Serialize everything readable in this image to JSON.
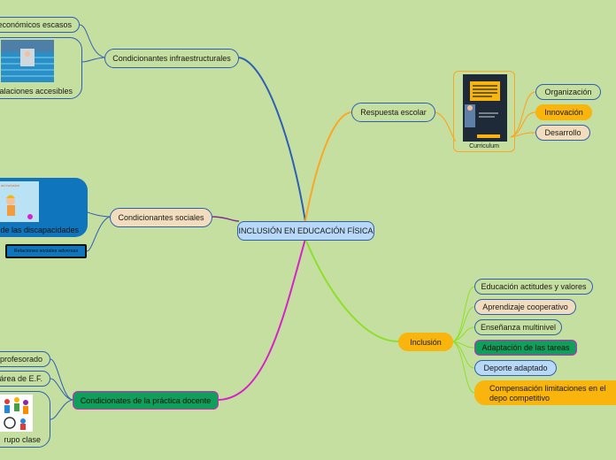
{
  "map": {
    "center": "INCLUSIÓN EN EDUCACIÓN FÍSICA",
    "branches": {
      "infraestructurales": {
        "label": "Condicionantes infraestructurales",
        "children": [
          "económicos escasos",
          "alaciones accesibles"
        ]
      },
      "sociales": {
        "label": "Condicionantes sociales",
        "children": [
          "de las discapacidades",
          "Relaciones sociales adversas"
        ],
        "image_caption": "ad inclusión"
      },
      "docente": {
        "label": "Condicionates de la práctica docente",
        "children": [
          "profesorado",
          "área de E.F.",
          "rupo clase"
        ]
      },
      "respuesta": {
        "label": "Respuesta escolar",
        "image_label": "Curriculum",
        "children": [
          "Organización",
          "Innovación",
          "Desarrollo"
        ]
      },
      "inclusion": {
        "label": "Inclusión",
        "children": [
          "Educación actitudes y valores",
          "Aprendizaje cooperativo",
          "Enseñanza multinivel",
          "Adaptación de las tareas",
          "Deporte adaptado",
          "Compensación limitaciones en el depo competitivo"
        ]
      }
    }
  },
  "colors": {
    "background": "#c5dfa0",
    "node_blue": "#2f5fb3",
    "orange": "#f9b40d",
    "green": "#0e9f5a",
    "beige": "#f1ddbd",
    "magenta": "#d622c8",
    "purple": "#7e2f90",
    "lime": "#8de02a",
    "light_blue": "#b8d8f8",
    "dark_blue": "#0f75bd"
  }
}
